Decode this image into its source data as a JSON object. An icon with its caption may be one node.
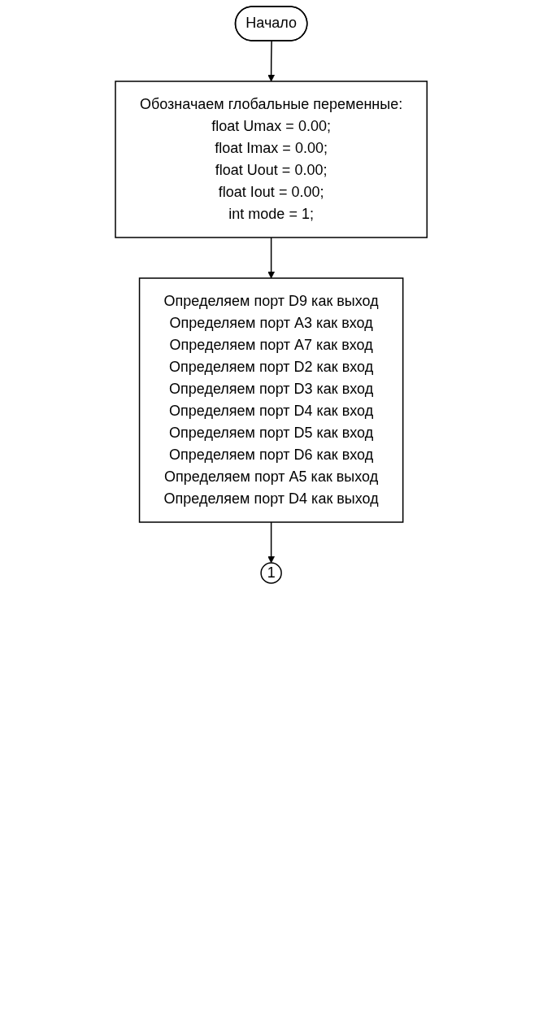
{
  "diagram": {
    "nodes": [
      {
        "text": [
          "Начало"
        ]
      },
      {
        "text": [
          "Обозначаем глобальные переменные:",
          "float Umax = 0.00;",
          "float Imax = 0.00;",
          "float Uout = 0.00;",
          "float Iout = 0.00;",
          "int mode = 1;"
        ]
      },
      {
        "text": [
          "Определяем порт D9 как выход",
          "Определяем порт A3 как вход",
          "Определяем порт A7 как вход",
          "Определяем порт D2 как вход",
          "Определяем порт D3 как вход",
          "Определяем порт D4 как вход",
          "Определяем порт D5 как вход",
          "Определяем порт D6 как вход",
          "Определяем порт A5 как выход",
          "Определяем порт D4 как выход"
        ]
      },
      {
        "text": [
          "1"
        ]
      }
    ],
    "edges": [
      {
        "from": 0,
        "to": 1,
        "arrow": "to"
      },
      {
        "from": 1,
        "to": 2,
        "arrow": "to"
      },
      {
        "from": 2,
        "to": 3,
        "arrow": "to"
      }
    ]
  }
}
